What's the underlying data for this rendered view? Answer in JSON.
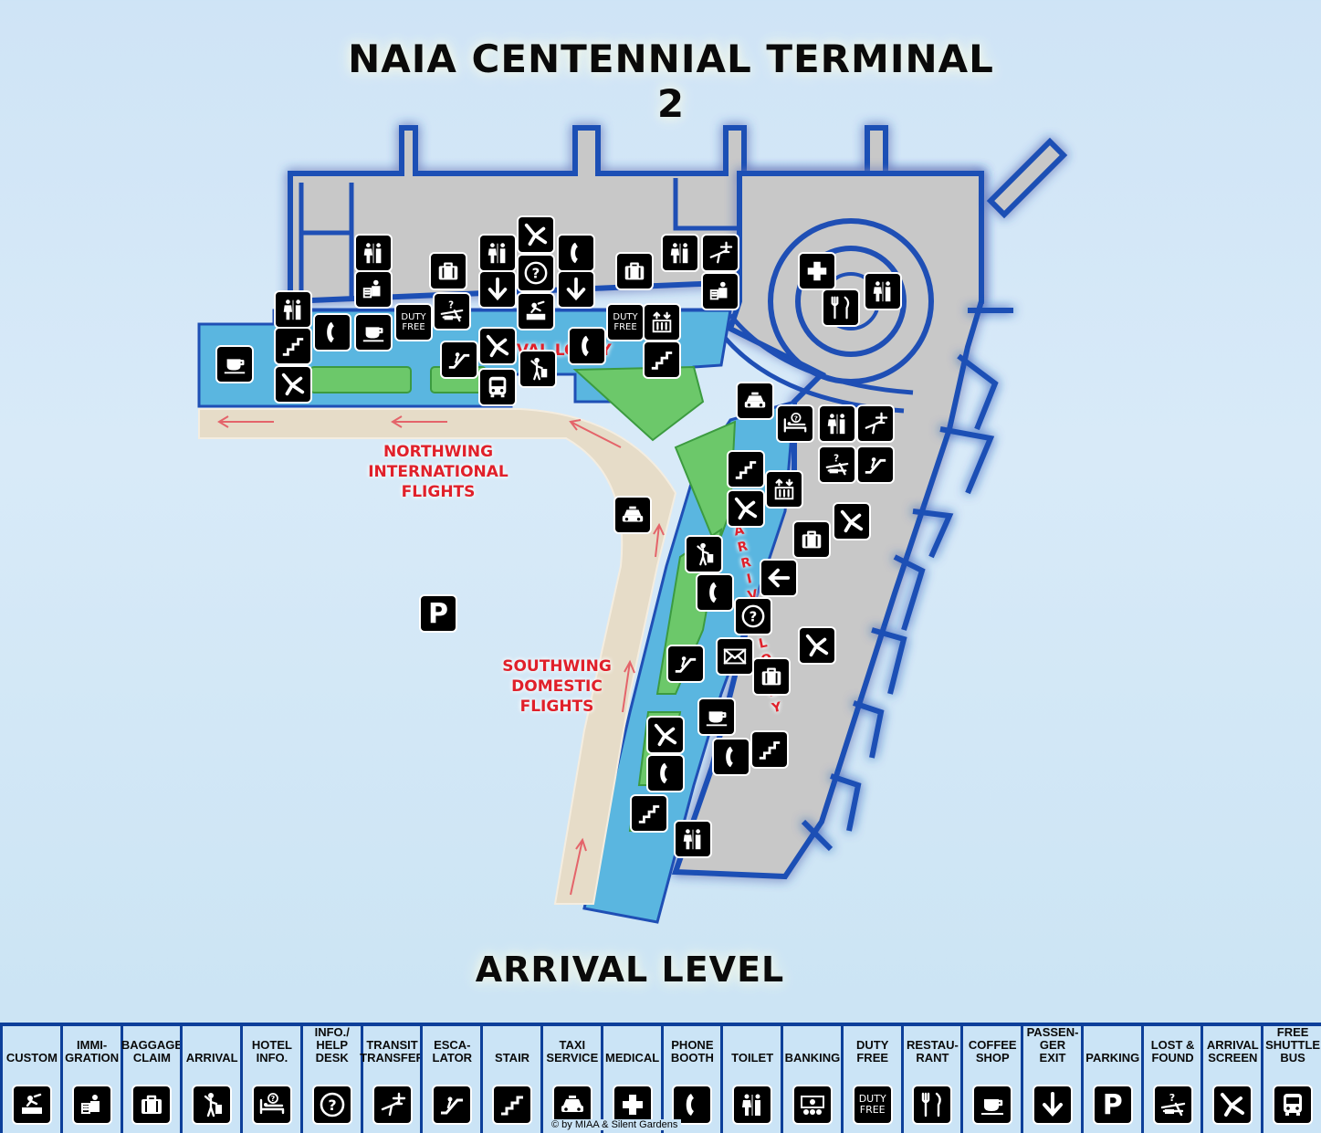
{
  "title": "NAIA CENTENNIAL TERMINAL 2",
  "subtitle": "ARRIVAL LEVEL",
  "map_labels": {
    "arrival_lobby": "ARRIVAL LOBBY",
    "northwing": "NORTHWING\nINTERNATIONAL\nFLIGHTS",
    "southwing": "SOUTHWING\nDOMESTIC\nFLIGHTS",
    "arrival_lobby_vertical": "ARRIVAL LOBBY"
  },
  "duty_free_text": "DUTY\nFREE",
  "legend": [
    {
      "label": "CUSTOM",
      "icon": "custom-icon"
    },
    {
      "label": "IMMI-\nGRATION",
      "icon": "immigration-icon"
    },
    {
      "label": "BAGGAGE\nCLAIM",
      "icon": "baggage-icon"
    },
    {
      "label": "ARRIVAL",
      "icon": "arrival-icon"
    },
    {
      "label": "HOTEL\nINFO.",
      "icon": "hotel-icon"
    },
    {
      "label": "INFO./\nHELP\nDESK",
      "icon": "info-icon"
    },
    {
      "label": "TRANSIT\nTRANSFER",
      "icon": "transit-icon"
    },
    {
      "label": "ESCA-\nLATOR",
      "icon": "escalator-icon"
    },
    {
      "label": "STAIR",
      "icon": "stair-icon"
    },
    {
      "label": "TAXI\nSERVICE",
      "icon": "taxi-icon"
    },
    {
      "label": "MEDICAL",
      "icon": "medical-icon"
    },
    {
      "label": "PHONE\nBOOTH",
      "icon": "phone-icon"
    },
    {
      "label": "TOILET",
      "icon": "toilet-icon"
    },
    {
      "label": "BANKING",
      "icon": "banking-icon"
    },
    {
      "label": "DUTY\nFREE",
      "icon": "duty-free-icon"
    },
    {
      "label": "RESTAU-\nRANT",
      "icon": "restaurant-icon"
    },
    {
      "label": "COFFEE\nSHOP",
      "icon": "coffee-icon"
    },
    {
      "label": "PASSEN-\nGER\nEXIT",
      "icon": "exit-arrow-icon"
    },
    {
      "label": "PARKING",
      "icon": "parking-icon"
    },
    {
      "label": "LOST &\nFOUND",
      "icon": "lost-found-icon"
    },
    {
      "label": "ARRIVAL\nSCREEN",
      "icon": "arrival-screen-icon"
    },
    {
      "label": "FREE\nSHUTTLE\nBUS",
      "icon": "bus-icon"
    }
  ],
  "copyright": "© by MIAA & Silent Gardens",
  "colors": {
    "background": "#d4e8f7",
    "wall_blue": "#1f4fb5",
    "floor_grey": "#c8c8c8",
    "walkway_blue": "#5ab6e0",
    "garden_green": "#6cc86a",
    "road_beige": "#e6dcc8",
    "label_red": "#e0202a",
    "legend_border": "#0d3f9a"
  }
}
